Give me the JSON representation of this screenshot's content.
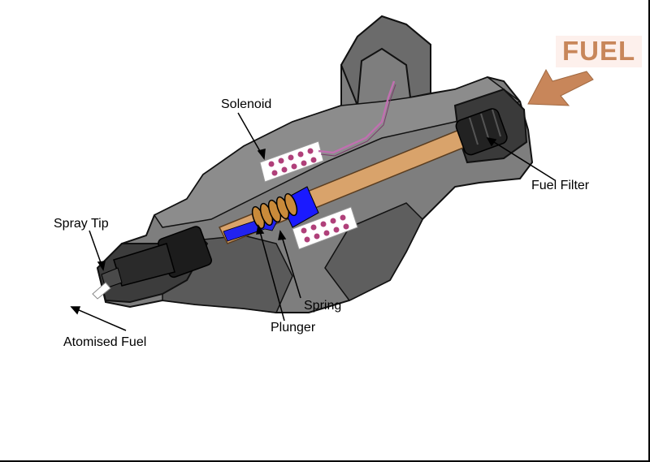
{
  "labels": {
    "solenoid": "Solenoid",
    "fuel_filter": "Fuel Filter",
    "spray_tip": "Spray Tip",
    "spring": "Spring",
    "plunger": "Plunger",
    "atomised_fuel": "Atomised Fuel",
    "fuel": "FUEL"
  },
  "colors": {
    "body_grey": "#7a7a7a",
    "body_dark": "#4a4a4a",
    "inner_dark": "#2e2e2e",
    "plunger_tan": "#d9a36b",
    "plunger_blue": "#1a1aff",
    "coil_dot": "#b0407a",
    "fuel_arrow": "#c8865a",
    "fuel_text": "#c8865a"
  }
}
